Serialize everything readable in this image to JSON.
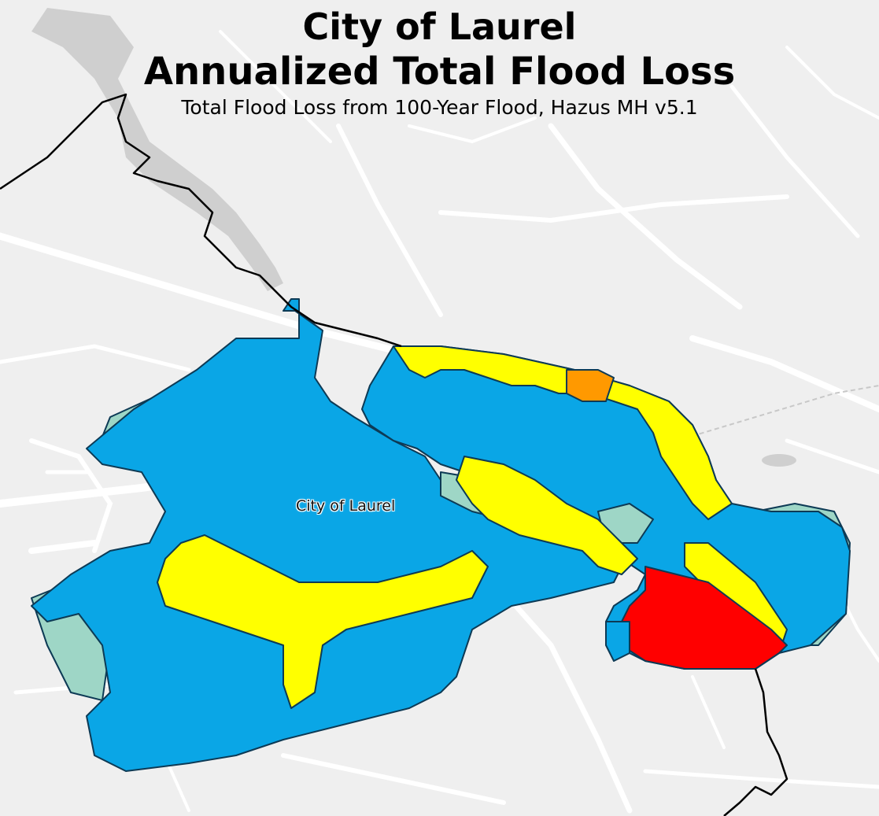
{
  "map": {
    "title_line1": "City of Laurel",
    "title_line2": "Annualized Total Flood Loss",
    "subtitle": "Total Flood Loss from 100-Year Flood, Hazus MH v5.1",
    "place_label": "City of Laurel"
  },
  "colors": {
    "background": "#efefef",
    "road": "#ffffff",
    "water": "#cfcfcf",
    "boundary": "#000000",
    "loss_lowest": "#9ed6c6",
    "loss_low": "#0aa6e6",
    "loss_medium": "#ffff00",
    "loss_high": "#ff9900",
    "loss_highest": "#ff0000"
  }
}
